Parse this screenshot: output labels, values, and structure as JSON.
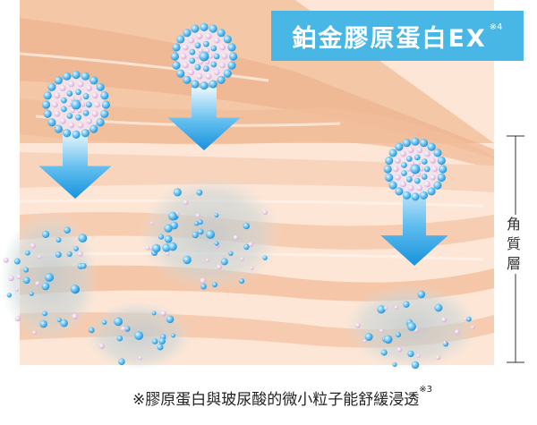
{
  "title": {
    "text": "鉑金膠原蛋白EX",
    "note": "※4"
  },
  "side_label": [
    "角",
    "質",
    "層"
  ],
  "caption": {
    "text": "※膠原蛋白與玻尿酸的微小粒子能舒緩浸透",
    "note": "※3"
  },
  "colors": {
    "skin_light": "#fde6d6",
    "skin_mid": "#f6c9ab",
    "skin_dark": "#efb08a",
    "arrow": "#1f9fe2",
    "badge": "#49b7e6",
    "particle": "#4fb3ea"
  },
  "icons": [
    "particle-cluster-icon",
    "down-arrow-icon",
    "dispersed-particles-icon"
  ]
}
